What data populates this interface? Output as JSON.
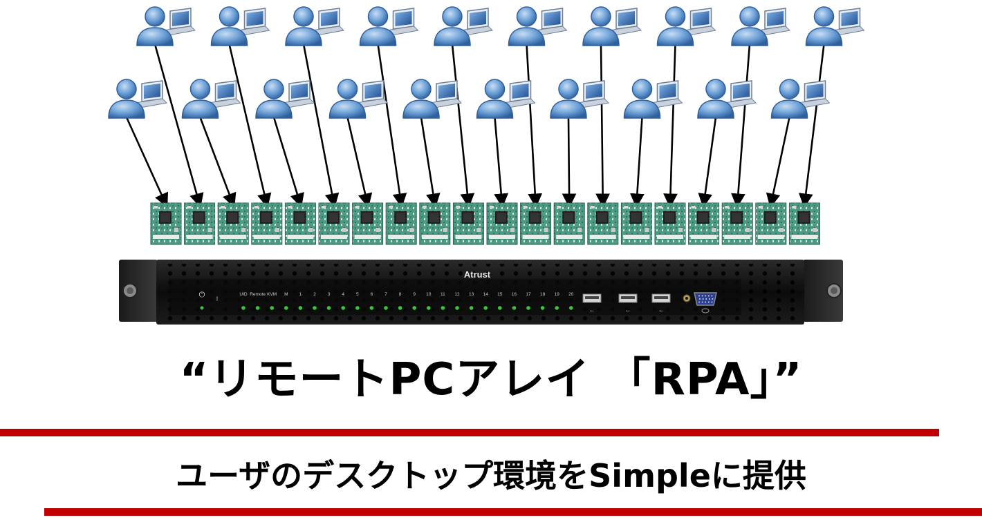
{
  "title": "“リモートPCアレイ 「RPA」”",
  "subtitle": "ユーザのデスクトップ環境をSimpleに提供",
  "server": {
    "brand": "Atrust",
    "indicator_labels": [
      "UID",
      "Remote",
      "KVM",
      "M",
      "1",
      "2",
      "3",
      "4",
      "5",
      "6",
      "7",
      "8",
      "9",
      "10",
      "11",
      "12",
      "13",
      "14",
      "15",
      "16",
      "17",
      "18",
      "19",
      "20"
    ],
    "power_symbol": "⏻",
    "alert_symbol": "!"
  },
  "users": {
    "top_row_count": 10,
    "bottom_row_count": 10
  },
  "modules": {
    "count": 20
  },
  "colors": {
    "accent_red": "#c00000",
    "user_blue": "#4f86c6",
    "board_green": "#3f8f7a",
    "led_green": "#3cc43c",
    "server_black": "#111111"
  },
  "icons": {
    "user": "user-with-laptop-icon",
    "module": "pc-board-module",
    "usb": "usb-port-icon",
    "vga": "vga-port-icon",
    "audio": "audio-jack-icon"
  }
}
